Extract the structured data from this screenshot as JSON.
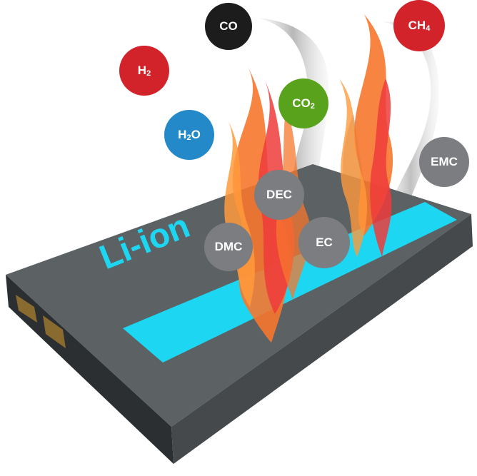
{
  "battery": {
    "label": "Li-ion",
    "body_color": "#565b5e",
    "stripe_color": "#1dd7f2",
    "terminal_color": "#8a6b2f"
  },
  "gases": [
    {
      "id": "co",
      "text": "CO",
      "sub": "",
      "color": "#1c1c1c"
    },
    {
      "id": "h2",
      "text": "H",
      "sub": "2",
      "color": "#d2232a"
    },
    {
      "id": "ch4",
      "text": "CH",
      "sub": "4",
      "color": "#d2232a"
    },
    {
      "id": "co2",
      "text": "CO",
      "sub": "2",
      "color": "#58a31b"
    },
    {
      "id": "h2o",
      "text": "H",
      "sub": "2",
      "tail": "O",
      "color": "#2489c8"
    },
    {
      "id": "emc",
      "text": "EMC",
      "sub": "",
      "color": "#7b7d80"
    },
    {
      "id": "dec",
      "text": "DEC",
      "sub": "",
      "color": "#7b7d80"
    },
    {
      "id": "dmc",
      "text": "DMC",
      "sub": "",
      "color": "#7b7d80"
    },
    {
      "id": "ec",
      "text": "EC",
      "sub": "",
      "color": "#7b7d80"
    }
  ]
}
